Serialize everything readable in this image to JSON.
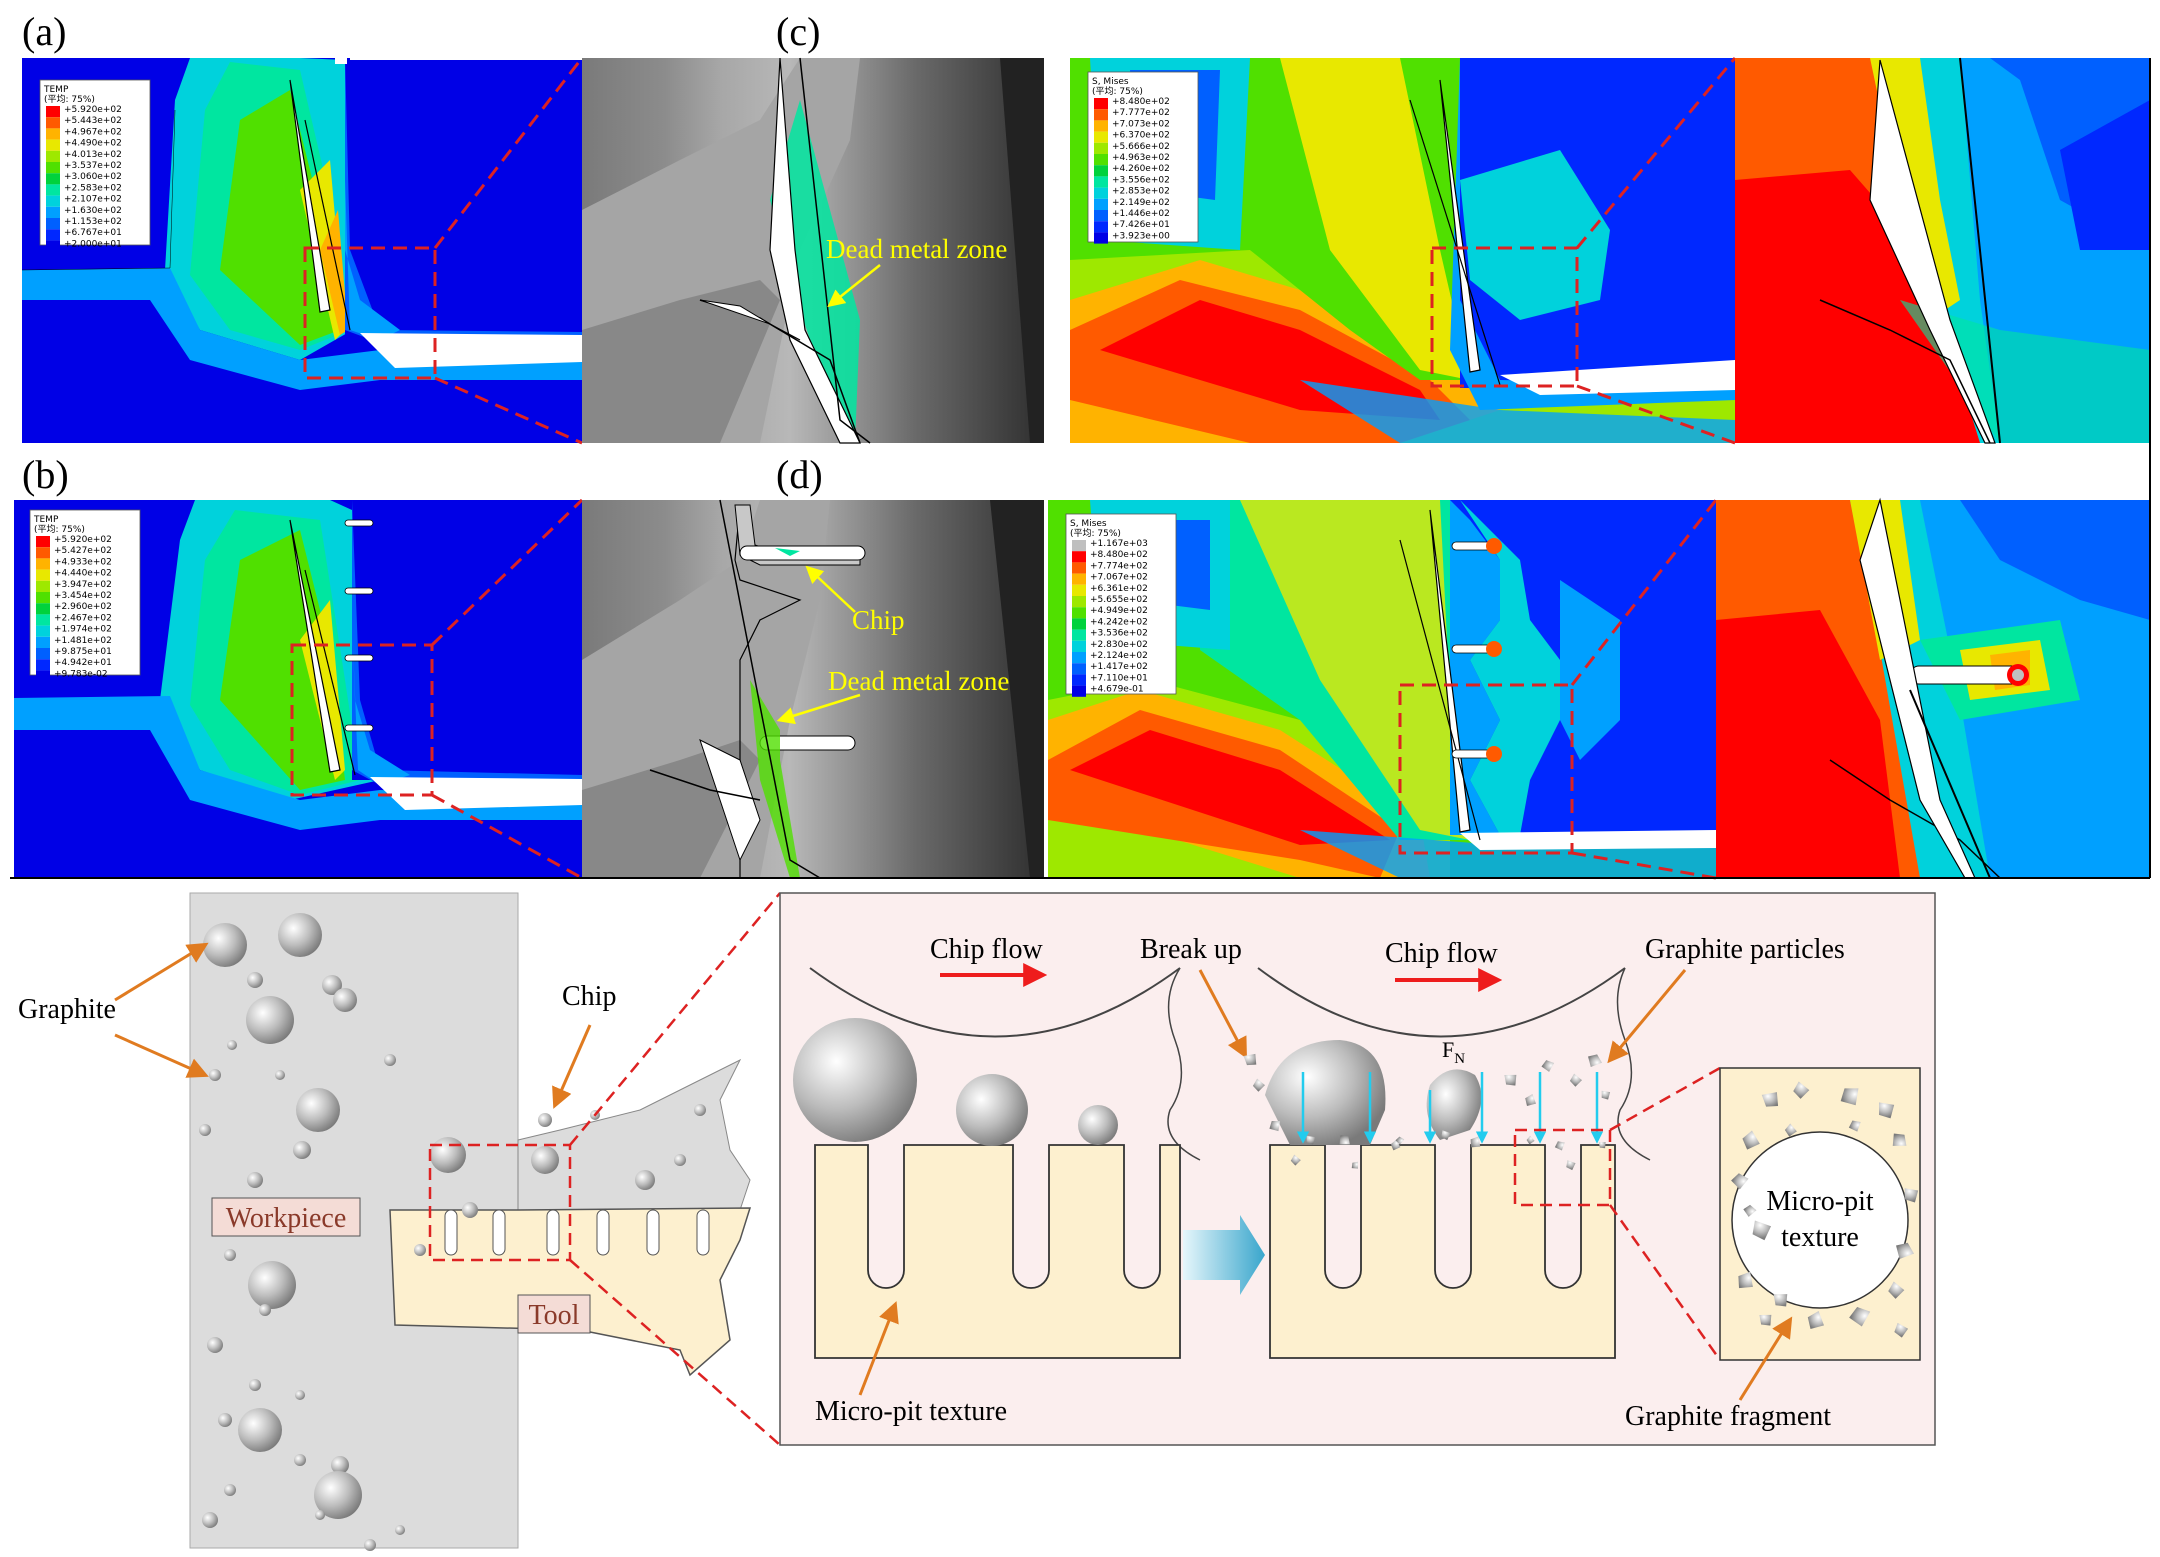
{
  "panels": {
    "a": {
      "label": "(a)",
      "legend_title": [
        "TEMP",
        "(平均: 75%)"
      ],
      "legend_values": [
        "+5.920e+02",
        "+5.443e+02",
        "+4.967e+02",
        "+4.490e+02",
        "+4.013e+02",
        "+3.537e+02",
        "+3.060e+02",
        "+2.583e+02",
        "+2.107e+02",
        "+1.630e+02",
        "+1.153e+02",
        "+6.767e+01",
        "+2.000e+01"
      ],
      "annotation": "Dead metal zone"
    },
    "b": {
      "label": "(b)",
      "legend_title": [
        "TEMP",
        "(平均: 75%)"
      ],
      "legend_values": [
        "+5.920e+02",
        "+5.427e+02",
        "+4.933e+02",
        "+4.440e+02",
        "+3.947e+02",
        "+3.454e+02",
        "+2.960e+02",
        "+2.467e+02",
        "+1.974e+02",
        "+1.481e+02",
        "+9.875e+01",
        "+4.942e+01",
        "+9.783e-02"
      ],
      "annotation_chip": "Chip",
      "annotation_dmz": "Dead metal zone"
    },
    "c": {
      "label": "(c)",
      "legend_title": [
        "S, Mises",
        "(平均: 75%)"
      ],
      "legend_values": [
        "+8.480e+02",
        "+7.777e+02",
        "+7.073e+02",
        "+6.370e+02",
        "+5.666e+02",
        "+4.963e+02",
        "+4.260e+02",
        "+3.556e+02",
        "+2.853e+02",
        "+2.149e+02",
        "+1.446e+02",
        "+7.426e+01",
        "+3.923e+00"
      ]
    },
    "d": {
      "label": "(d)",
      "legend_title": [
        "S, Mises",
        "(平均: 75%)"
      ],
      "legend_values": [
        "+1.167e+03",
        "+8.480e+02",
        "+7.774e+02",
        "+7.067e+02",
        "+6.361e+02",
        "+5.655e+02",
        "+4.949e+02",
        "+4.242e+02",
        "+3.536e+02",
        "+2.830e+02",
        "+2.124e+02",
        "+1.417e+02",
        "+7.110e+01",
        "+4.679e-01"
      ]
    }
  },
  "schematic": {
    "graphite": "Graphite",
    "chip": "Chip",
    "workpiece": "Workpiece",
    "tool": "Tool",
    "chip_flow_1": "Chip flow",
    "chip_flow_2": "Chip flow",
    "break_up": "Break up",
    "graphite_particles": "Graphite particles",
    "force_main": "F",
    "force_sub": "N",
    "micro_pit_texture": "Micro-pit texture",
    "micro_pit_center_1": "Micro-pit",
    "micro_pit_center_2": "texture",
    "graphite_fragment": "Graphite fragment"
  },
  "colors": {
    "contour_scale": [
      "#ff0000",
      "#ff5a00",
      "#ffb300",
      "#e8e800",
      "#9ee800",
      "#50e000",
      "#00d23c",
      "#00e6a0",
      "#00d2dc",
      "#00a0ff",
      "#0060ff",
      "#0028ff",
      "#0000e6"
    ],
    "contour_scale_d": [
      "#bfbfbf",
      "#ff0000",
      "#ff5a00",
      "#ffb300",
      "#e8e800",
      "#9ee800",
      "#50e000",
      "#00d23c",
      "#00e6a0",
      "#00d2dc",
      "#00a0ff",
      "#0060ff",
      "#0028ff",
      "#0000e6"
    ],
    "callout": "#ffff00",
    "dashed_box": "#dd2222",
    "orange_arrow": "#e07b20",
    "tool_fill": "#fdf0cf",
    "workpiece_fill": "#dcdcdc",
    "zoom_bg": "#fbeeee"
  }
}
